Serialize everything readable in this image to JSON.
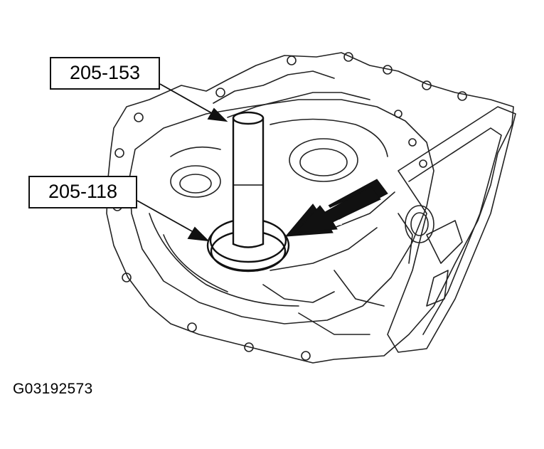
{
  "callouts": {
    "top_label": "205-153",
    "middle_label": "205-118"
  },
  "figure_id": "G03192573",
  "colors": {
    "ink": "#111111",
    "paper": "#ffffff"
  }
}
